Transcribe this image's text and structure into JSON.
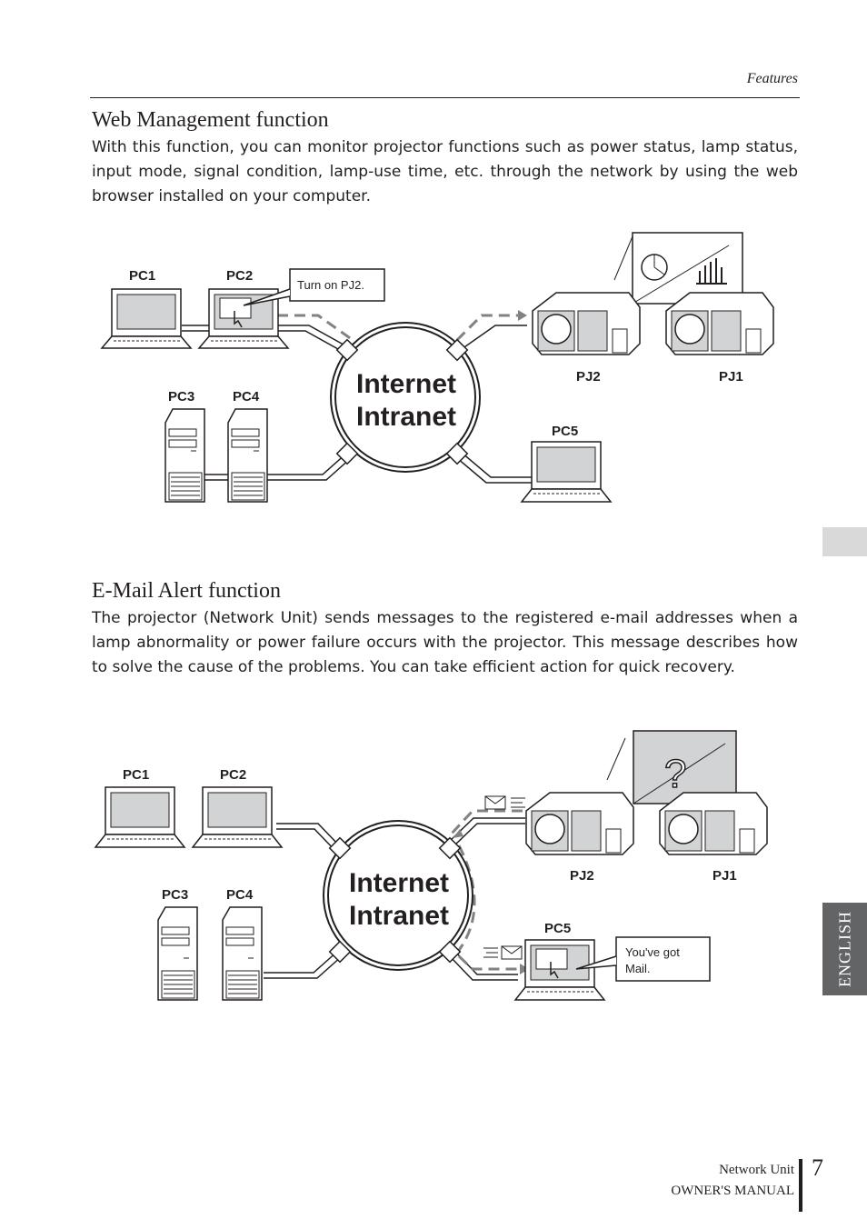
{
  "header": {
    "section_label": "Features"
  },
  "web_section": {
    "title": "Web Management function",
    "body": "With this function, you can monitor projector functions such as power status, lamp status, input mode, signal condition, lamp-use time, etc. through the network by using the web browser installed on your computer.",
    "diagram": {
      "labels": {
        "pc1": "PC1",
        "pc2": "PC2",
        "pc3": "PC3",
        "pc4": "PC4",
        "pc5": "PC5",
        "pj1": "PJ1",
        "pj2": "PJ2",
        "cloud_line1": "Internet",
        "cloud_line2": "Intranet",
        "callout": "Turn on PJ2."
      }
    }
  },
  "mail_section": {
    "title": "E-Mail Alert function",
    "body": "The projector (Network Unit) sends messages to the registered e-mail addresses when a lamp abnormality or power failure occurs with the projector. This message describes how to solve the cause of the problems. You can take efficient action for quick recovery.",
    "diagram": {
      "labels": {
        "pc1": "PC1",
        "pc2": "PC2",
        "pc3": "PC3",
        "pc4": "PC4",
        "pc5": "PC5",
        "pj1": "PJ1",
        "pj2": "PJ2",
        "cloud_line1": "Internet",
        "cloud_line2": "Intranet",
        "callout_line1": "You've got",
        "callout_line2": "Mail.",
        "screen_symbol": "?"
      }
    }
  },
  "side_tab": {
    "label": "ENGLISH"
  },
  "footer": {
    "line1": "Network Unit",
    "line2": "OWNER'S MANUAL",
    "page_number": "7"
  }
}
